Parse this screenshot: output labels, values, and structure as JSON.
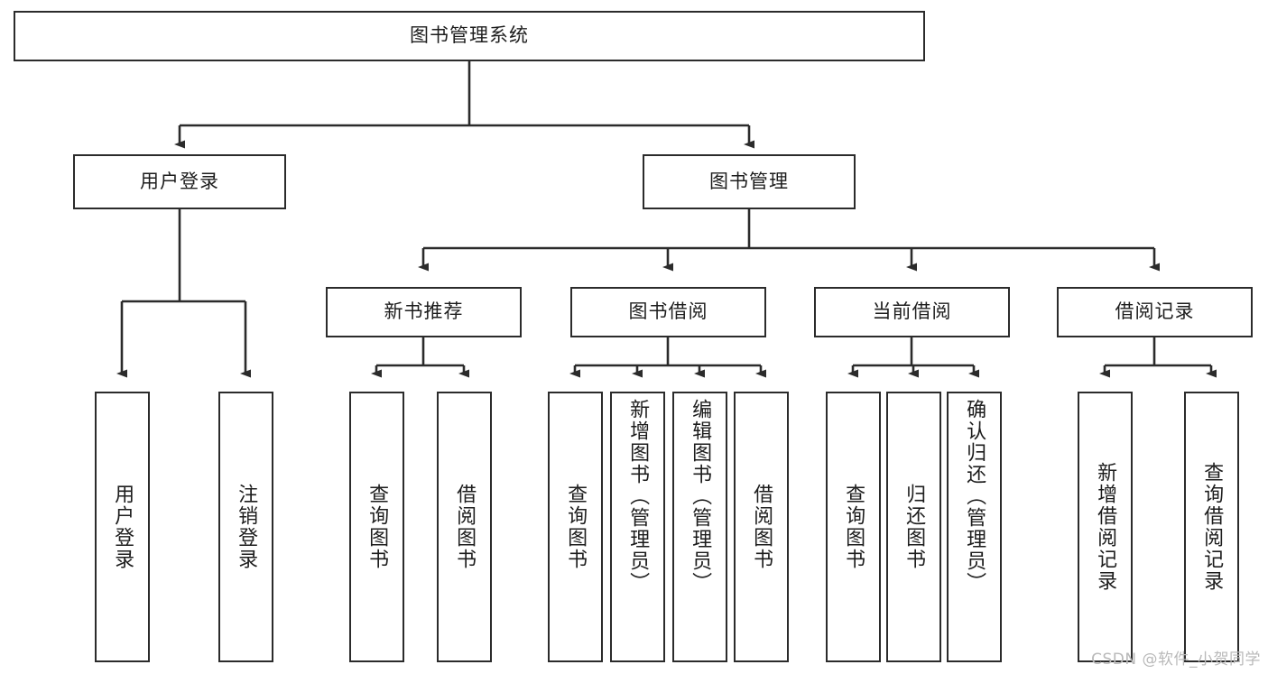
{
  "diagram": {
    "type": "tree-hierarchy-diagram",
    "title": "图书管理系统",
    "watermark": "CSDN @软件_小贺同学",
    "colors": {
      "box_border": "#2b2b2b",
      "box_fill": "#ffffff",
      "connector": "#2b2b2b",
      "text": "#1d1d1d",
      "watermark": "#b9b9b9",
      "background": "#ffffff"
    },
    "root": {
      "label": "图书管理系统"
    },
    "level2": [
      {
        "label": "用户登录"
      },
      {
        "label": "图书管理"
      }
    ],
    "level3": [
      {
        "label": "新书推荐"
      },
      {
        "label": "图书借阅"
      },
      {
        "label": "当前借阅"
      },
      {
        "label": "借阅记录"
      }
    ],
    "leaves": {
      "user_login": [
        {
          "label": "用户登录"
        },
        {
          "label": "注销登录"
        }
      ],
      "new_book_recommend": [
        {
          "label": "查询图书"
        },
        {
          "label": "借阅图书"
        }
      ],
      "book_borrow": [
        {
          "label": "查询图书"
        },
        {
          "label": "新增图书（管理员）"
        },
        {
          "label": "编辑图书（管理员）"
        },
        {
          "label": "借阅图书"
        }
      ],
      "current_borrow": [
        {
          "label": "查询图书"
        },
        {
          "label": "归还图书"
        },
        {
          "label": "确认归还（管理员）"
        }
      ],
      "borrow_record": [
        {
          "label": "新增借阅记录"
        },
        {
          "label": "查询借阅记录"
        }
      ]
    }
  }
}
